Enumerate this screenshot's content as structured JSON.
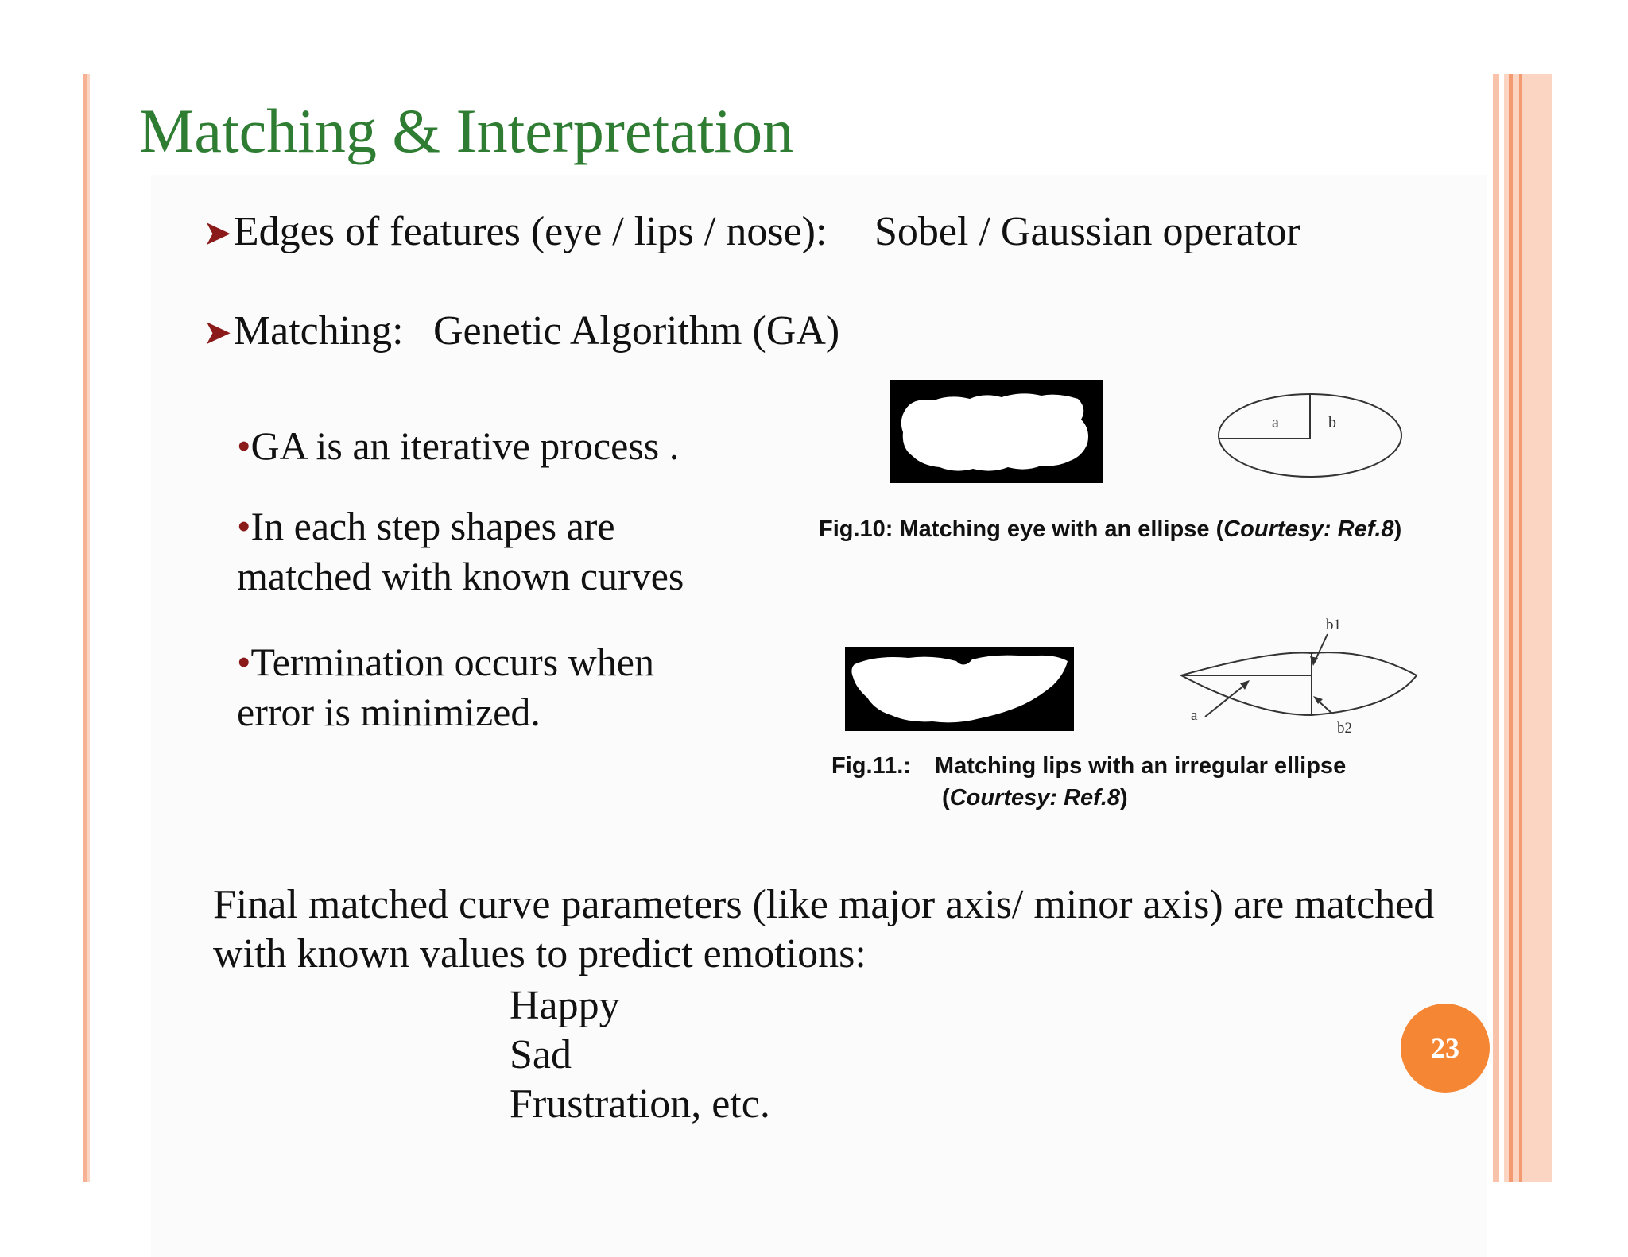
{
  "slide": {
    "title": "Matching & Interpretation",
    "bullets": [
      {
        "label": "Edges of features (eye / lips / nose):",
        "value": "Sobel  / Gaussian operator"
      },
      {
        "label": "Matching:",
        "value": "Genetic Algorithm (GA)"
      }
    ],
    "sub_bullets": [
      "GA  is an iterative process .",
      "In each step shapes are matched with known curves",
      "Termination occurs when error is minimized."
    ],
    "figures": {
      "fig10": {
        "label": "Fig.10:",
        "text": " Matching eye with an ellipse (",
        "courtesy": "Courtesy: Ref.8",
        "close": ")",
        "diagram_labels": {
          "a": "a",
          "b": "b"
        }
      },
      "fig11": {
        "label": "Fig.11.:",
        "text": "Matching lips with an irregular ellipse",
        "open": "(",
        "courtesy": "Courtesy: Ref.8",
        "close": ")",
        "diagram_labels": {
          "a": "a",
          "b1": "b1",
          "b2": "b2"
        }
      }
    },
    "final_text": "Final matched curve parameters (like major axis/ minor axis) are matched with known values to predict emotions:",
    "emotions": [
      "Happy",
      "Sad",
      "Frustration, etc."
    ],
    "page_number": "23"
  },
  "colors": {
    "title": "#2e7d32",
    "bullet_marker": "#8b1a1a",
    "page_badge": "#f58634",
    "border_stripe": "#f7b49a"
  },
  "icons": {
    "bullet_arrow": "arrowhead-icon",
    "bullet_dot": "dot-icon"
  }
}
